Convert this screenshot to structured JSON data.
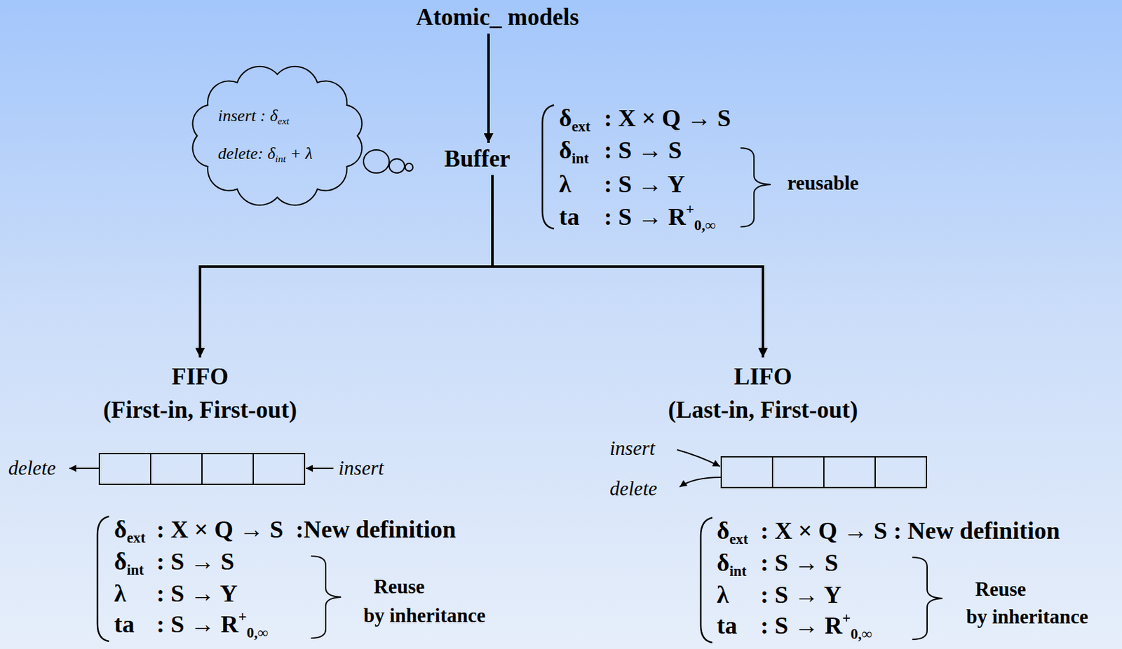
{
  "diagram": {
    "nodes": [
      {
        "text": [
          "Atomic_ models"
        ]
      },
      {
        "text": [
          "insert : δ",
          "ext",
          "delete: δ",
          "int",
          "+ λ"
        ]
      },
      {
        "text": [
          "Buffer"
        ]
      },
      {
        "text": [
          "FIFO",
          "(First-in, First-out)"
        ]
      },
      {
        "text": [
          "LIFO",
          "(Last-in, First-out)"
        ]
      }
    ],
    "edges": [
      {
        "from": 0,
        "to": 2,
        "arrow": "to"
      },
      {
        "from": 2,
        "to": 3,
        "arrow": "to"
      },
      {
        "from": 2,
        "to": 4,
        "arrow": "to"
      }
    ],
    "labels": [
      "δ",
      "ext",
      ": X × Q → S",
      "δ",
      "int",
      ": S → S",
      "λ",
      ": S → Y",
      "ta",
      ": S → R",
      "+",
      "0,∞",
      "reusable",
      "delete",
      "insert",
      "insert",
      "delete",
      "δ",
      "ext",
      ": X × Q → S  :New definition",
      "δ",
      "int",
      ": S → S",
      "λ",
      ": S → Y",
      "ta",
      ": S → R",
      "+",
      "0,∞",
      "Reuse",
      "by inheritance",
      "δ",
      "ext",
      ": X × Q → S : New definition",
      "δ",
      "int",
      ": S → S",
      "λ",
      ": S → Y",
      "ta",
      ": S → R",
      "+",
      "0,∞",
      "Reuse",
      "by inheritance"
    ]
  }
}
